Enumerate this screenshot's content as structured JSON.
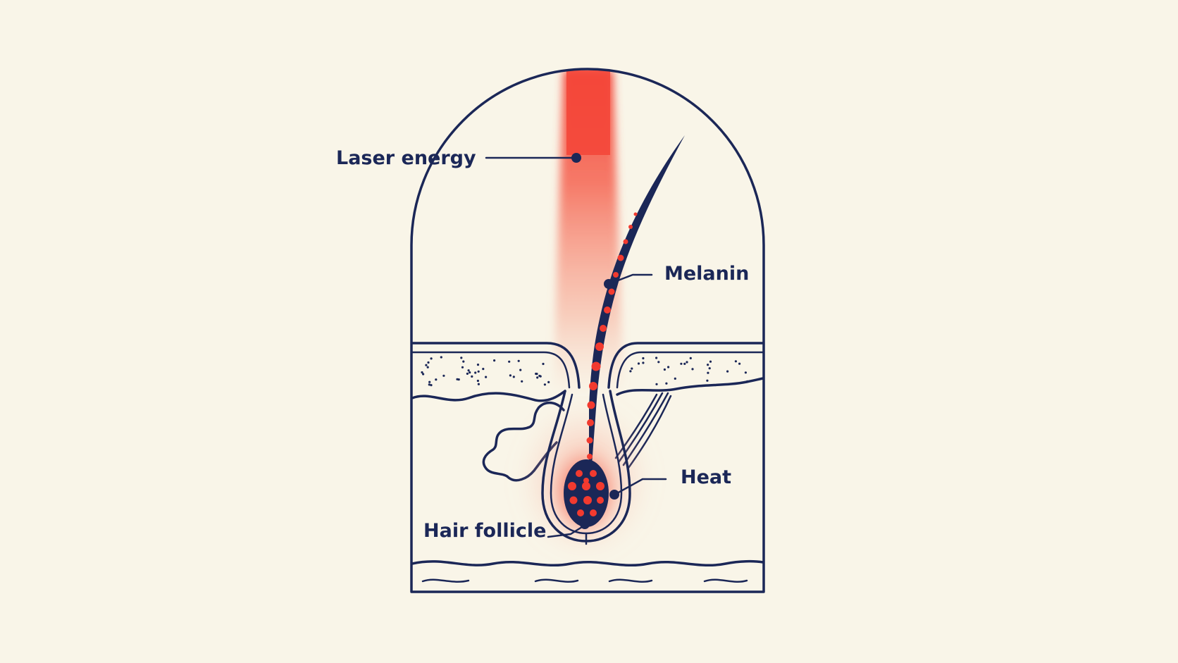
{
  "diagram": {
    "labels": {
      "laser": "Laser energy",
      "melanin": "Melanin",
      "heat": "Heat",
      "follicle": "Hair follicle"
    },
    "colors": {
      "background": "#f9f5e8",
      "ink": "#1b2757",
      "laser": "#f4473a",
      "melanin_dot": "#f23a2f"
    }
  }
}
